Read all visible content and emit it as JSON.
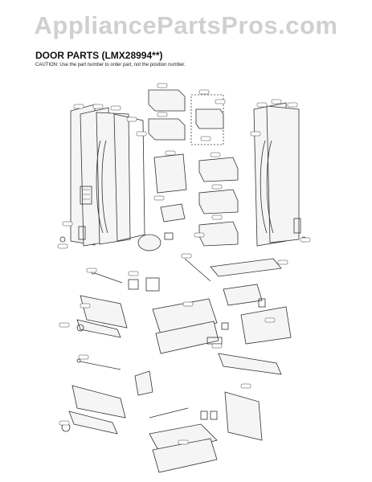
{
  "watermark": "AppliancePartsPros.com",
  "title": "DOOR PARTS (LMX28994**)",
  "caution": "CAUTION: Use the part number to order part, not the position number."
}
